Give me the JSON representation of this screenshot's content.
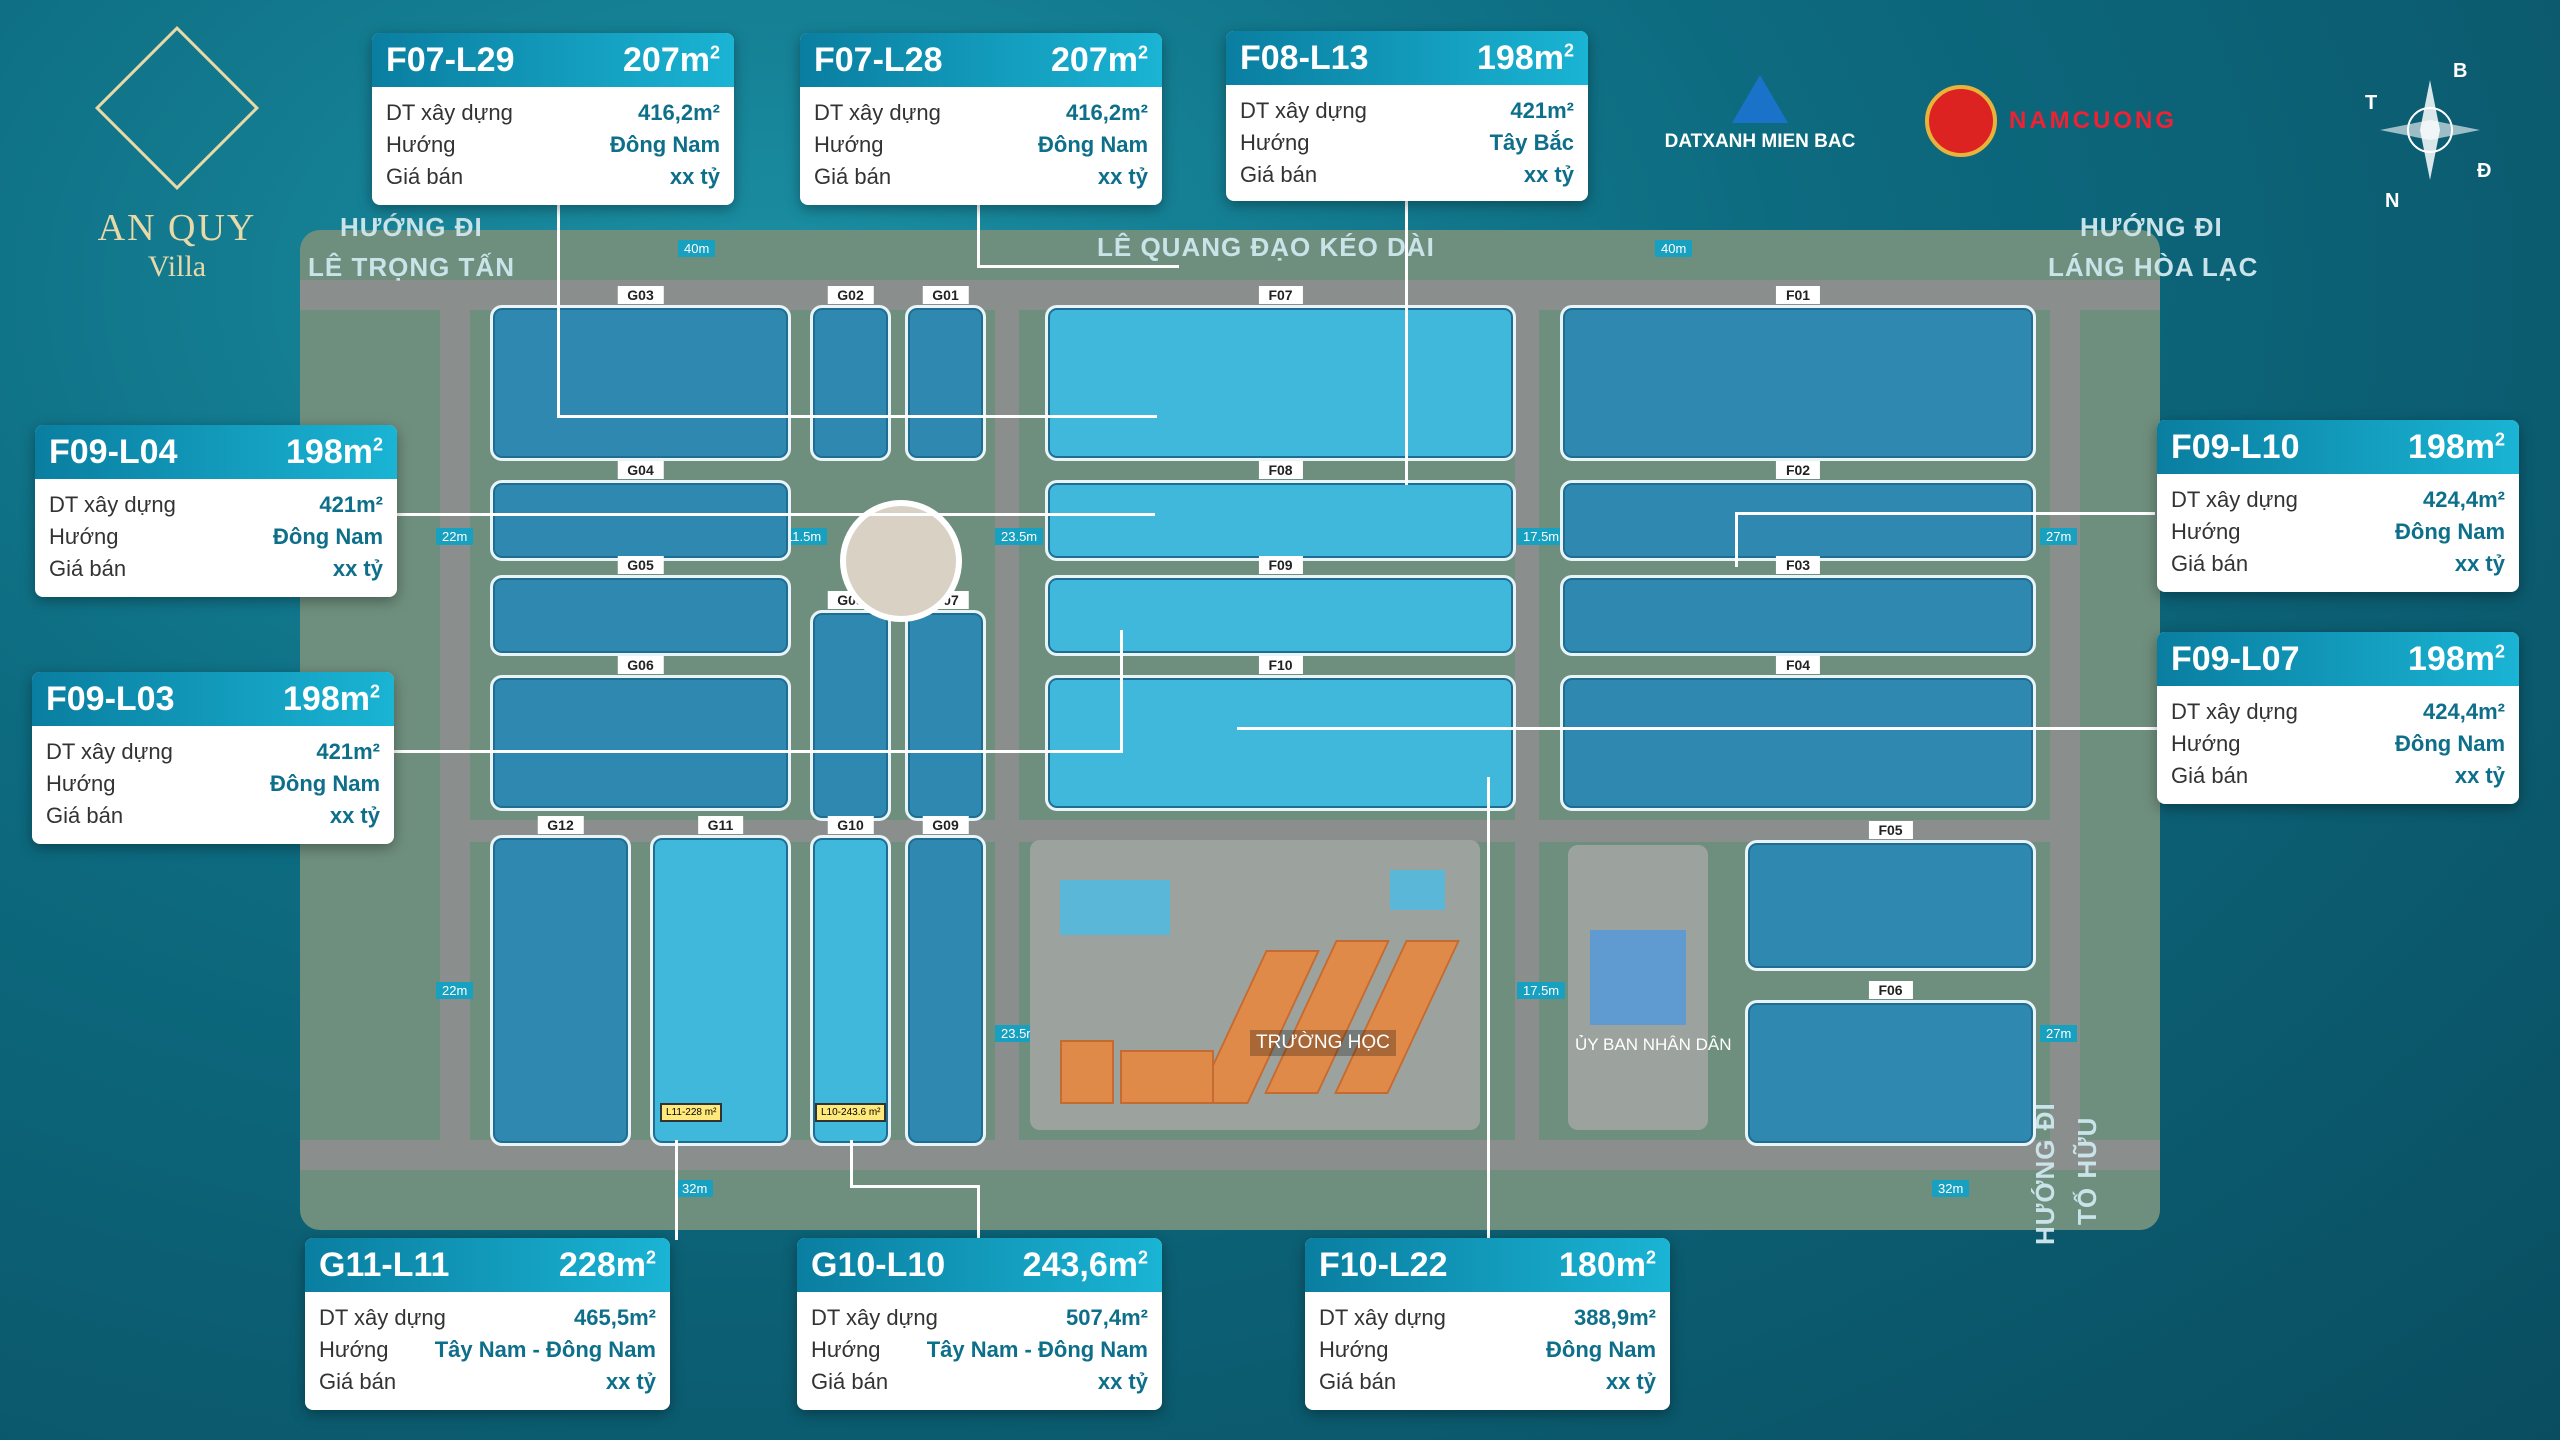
{
  "brand": {
    "line1": "AN QUY",
    "line2": "Villa"
  },
  "partners": {
    "datxanh": "DATXANH MIEN BAC",
    "namcuong": "NAMCUONG"
  },
  "compass": {
    "b": "B",
    "n": "N",
    "t": "T",
    "d": "Đ"
  },
  "streets": {
    "nw1": "HƯỚNG ĐI",
    "nw2": "LÊ TRỌNG TẤN",
    "ne1": "HƯỚNG ĐI",
    "ne2": "LÁNG HÒA LẠC",
    "top": "LÊ QUANG ĐẠO KÉO DÀI",
    "se1": "HƯỚNG ĐI",
    "se2": "TỐ HỮU"
  },
  "widths": {
    "w40a": "40m",
    "w40b": "40m",
    "w22a": "22m",
    "w22b": "22m",
    "w27a": "27m",
    "w27b": "27m",
    "w235a": "23.5m",
    "w235b": "23.5m",
    "w175a": "17.5m",
    "w175b": "17.5m",
    "w32a": "32m",
    "w32b": "32m",
    "w115": "11.5m"
  },
  "blocks": [
    "G03",
    "G02",
    "G01",
    "F07",
    "F01",
    "G04",
    "F08",
    "F02",
    "G05",
    "G08",
    "G07",
    "F09",
    "F03",
    "G06",
    "F10",
    "F04",
    "G12",
    "G11",
    "G10",
    "G09",
    "F05",
    "F06"
  ],
  "facilities": {
    "school": "TRƯỜNG HỌC",
    "uyban": "ỦY BAN NHÂN DÂN"
  },
  "row_labels": {
    "dt": "DT xây dựng",
    "huong": "Hướng",
    "gia": "Giá bán"
  },
  "cards": [
    {
      "code": "F07-L29",
      "area": "207m",
      "dt": "416,2m²",
      "huong": "Đông Nam",
      "gia": "xx tỷ"
    },
    {
      "code": "F07-L28",
      "area": "207m",
      "dt": "416,2m²",
      "huong": "Đông Nam",
      "gia": "xx tỷ"
    },
    {
      "code": "F08-L13",
      "area": "198m",
      "dt": "421m²",
      "huong": "Tây Bắc",
      "gia": "xx tỷ"
    },
    {
      "code": "F09-L04",
      "area": "198m",
      "dt": "421m²",
      "huong": "Đông Nam",
      "gia": "xx tỷ"
    },
    {
      "code": "F09-L03",
      "area": "198m",
      "dt": "421m²",
      "huong": "Đông Nam",
      "gia": "xx tỷ"
    },
    {
      "code": "F09-L10",
      "area": "198m",
      "dt": "424,4m²",
      "huong": "Đông Nam",
      "gia": "xx tỷ"
    },
    {
      "code": "F09-L07",
      "area": "198m",
      "dt": "424,4m²",
      "huong": "Đông Nam",
      "gia": "xx tỷ"
    },
    {
      "code": "G11-L11",
      "area": "228m",
      "dt": "465,5m²",
      "huong": "Tây Nam - Đông Nam",
      "gia": "xx tỷ"
    },
    {
      "code": "G10-L10",
      "area": "243,6m",
      "dt": "507,4m²",
      "huong": "Tây Nam - Đông Nam",
      "gia": "xx tỷ"
    },
    {
      "code": "F10-L22",
      "area": "180m",
      "dt": "388,9m²",
      "huong": "Đông Nam",
      "gia": "xx tỷ"
    }
  ],
  "plot_tags": {
    "g11": "L11-228 m²",
    "g10": "L10-243.6 m²"
  }
}
